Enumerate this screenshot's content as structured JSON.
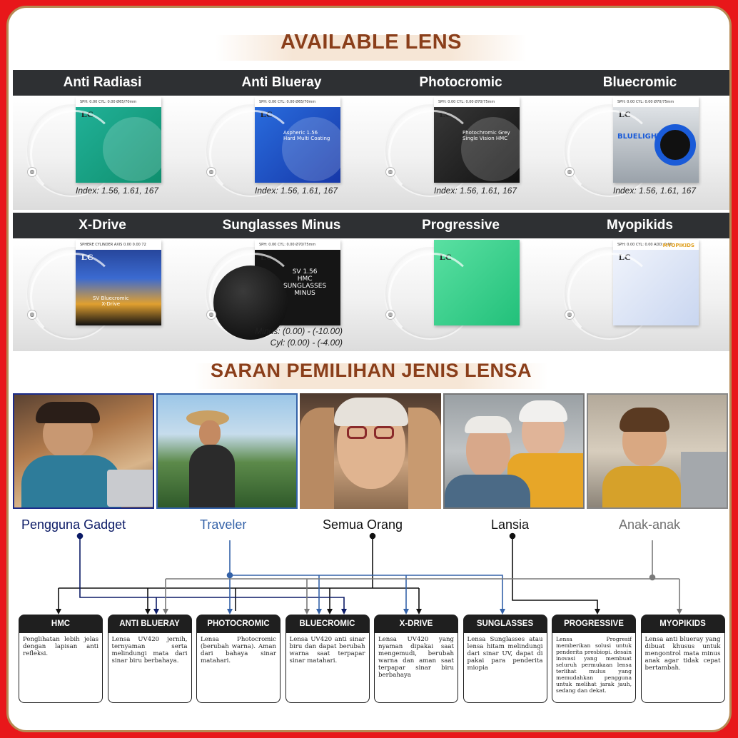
{
  "headings": {
    "available": "AVAILABLE LENS",
    "saran": "SARAN PEMILIHAN JENIS LENSA"
  },
  "lenses_row1": [
    {
      "title": "Anti Radiasi",
      "index": "Index: 1.56, 1.61, 167",
      "box_color": "#1fa98a",
      "box_text": "",
      "strip": "SPH: 0.00   CYL: 0.00   Ø65/70mm"
    },
    {
      "title": "Anti Blueray",
      "index": "Index: 1.56, 1.61, 167",
      "box_color": "#1f56c9",
      "box_text": "Aspheric 1.56\nHard Multi Coating",
      "strip": "SPH: 0.00   CYL: 0.00   Ø65/70mm"
    },
    {
      "title": "Photocromic",
      "index": "Index: 1.56, 1.61, 167",
      "box_color": "#262626",
      "box_text": "Photochromic Grey\nSingle Vision HMC",
      "strip": "SPH: 0.00   CYL: 0.00   Ø70/75mm"
    },
    {
      "title": "Bluecromic",
      "index": "Index: 1.56, 1.61, 167",
      "box_color": "#cfd4da",
      "box_text": "BLUELIGHT",
      "strip": "SPH: 0.00   CYL: 0.00   Ø70/75mm"
    }
  ],
  "lenses_row2": [
    {
      "title": "X-Drive",
      "index": "",
      "box_color": "#1c2f73",
      "box_text": "SV Bluecromic\nX-Drive",
      "strip": "SPHERE   CYLINDER   AXIS   0.00   0.00   72"
    },
    {
      "title": "Sunglasses Minus",
      "index": "",
      "box_color": "#151515",
      "box_text": "SV 1.56\nHMC\nSUNGLASSES\nMINUS",
      "strip": "SPH: 0.00   CYL: 0.00   Ø70/75mm"
    },
    {
      "title": "Progressive",
      "index": "",
      "box_color": "#38d48a",
      "box_text": "",
      "strip": ""
    },
    {
      "title": "Myopikids",
      "index": "",
      "box_color": "#eef2fa",
      "box_text": "MYOPIKIDS",
      "strip": "SPH: 0.00   CYL: 0.00   ADD: 0.00"
    }
  ],
  "sunglasses_range": {
    "minus": "Minus: (0.00) - (-10.00)",
    "cyl": "Cyl: (0.00) - (-4.00)"
  },
  "persons": [
    {
      "label": "Pengguna Gadget",
      "color": "#0b1a66"
    },
    {
      "label": "Traveler",
      "color": "#3462a8"
    },
    {
      "label": "Semua Orang",
      "color": "#111111"
    },
    {
      "label": "Lansia",
      "color": "#111111"
    },
    {
      "label": "Anak-anak",
      "color": "#6f6f6f"
    }
  ],
  "categories": [
    {
      "title": "HMC",
      "desc": "Penglihatan lebih jelas dengan lapisan anti refleksi."
    },
    {
      "title": "ANTI BLUERAY",
      "desc": "Lensa UV420 jernih, ternyaman serta melindungi mata dari sinar biru berbahaya."
    },
    {
      "title": "PHOTOCROMIC",
      "desc": "Lensa Photocromic (berubah warna). Aman dari bahaya sinar matahari."
    },
    {
      "title": "BLUECROMIC",
      "desc": "Lensa UV420 anti sinar biru dan dapat berubah warna saat terpapar sinar matahari."
    },
    {
      "title": "X-DRIVE",
      "desc": "Lensa UV420 yang nyaman dipakai saat mengemudi, berubah warna dan aman saat terpapar sinar biru berbahaya"
    },
    {
      "title": "SUNGLASSES",
      "desc": "Lensa Sunglasses atau lensa hitam melindungi dari sinar UV, dapat di pakai para penderita miopia"
    },
    {
      "title": "PROGRESSIVE",
      "desc": "Lensa Progresif memberikan solusi untuk penderita presbiopi. desain inovasi yang membuat seluruh permukaan lensa terlihat mulus yang memudahkan pengguna untuk melihat jarak jauh, sedang dan dekat."
    },
    {
      "title": "MYOPIKIDS",
      "desc": "Lensa anti blueray yang dibuat khusus untuk mengontrol mata minus anak agar tidak cepat bertambah."
    }
  ],
  "colors": {
    "frame_bg": "#e8171a",
    "border_gold": "#b68a54",
    "heading_brown": "#8a3e1a",
    "bar_dark": "#2e3033"
  }
}
